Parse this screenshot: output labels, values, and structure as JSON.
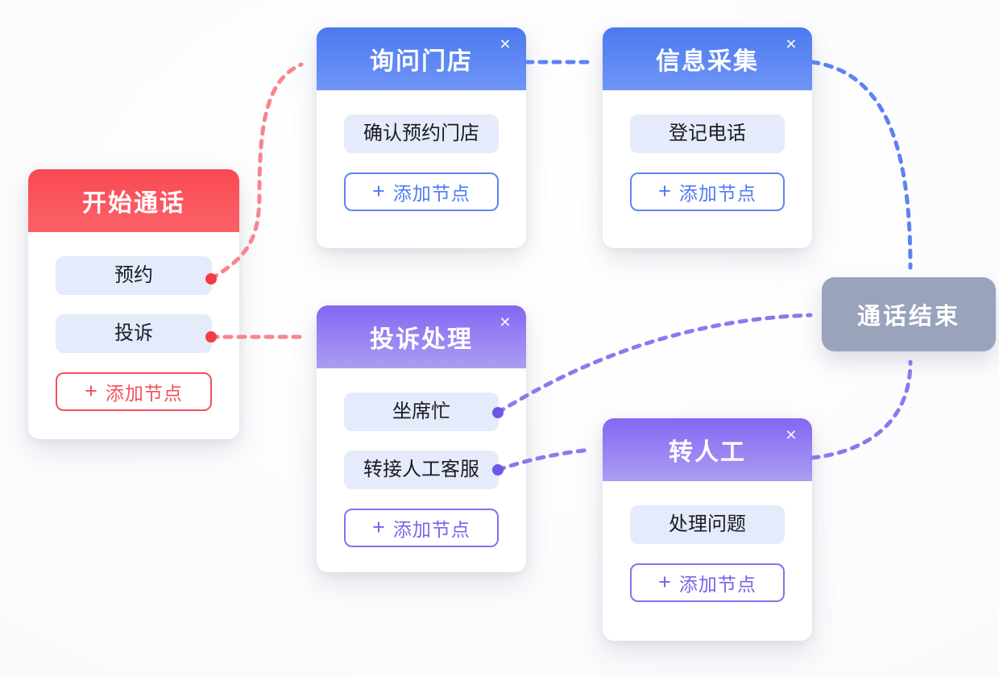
{
  "labels": {
    "close": "×",
    "plus": "+",
    "add_node": "添加节点"
  },
  "nodes": {
    "start": {
      "title": "开始通话",
      "theme": "red",
      "branches": [
        "预约",
        "投诉"
      ]
    },
    "ask_store": {
      "title": "询问门店",
      "theme": "blue",
      "branches": [
        "确认预约门店"
      ]
    },
    "info_collect": {
      "title": "信息采集",
      "theme": "blue",
      "branches": [
        "登记电话"
      ]
    },
    "complaint": {
      "title": "投诉处理",
      "theme": "purple",
      "branches": [
        "坐席忙",
        "转接人工客服"
      ]
    },
    "transfer": {
      "title": "转人工",
      "theme": "purple",
      "branches": [
        "处理问题"
      ]
    },
    "end": {
      "title": "通话结束",
      "theme": "gray"
    }
  },
  "edges": [
    {
      "from": "开始通话/预约",
      "to": "询问门店",
      "style": "red-dashed"
    },
    {
      "from": "开始通话/投诉",
      "to": "投诉处理",
      "style": "red-dashed"
    },
    {
      "from": "询问门店",
      "to": "信息采集",
      "style": "blue-dashed"
    },
    {
      "from": "信息采集",
      "to": "通话结束",
      "style": "blue-dashed"
    },
    {
      "from": "投诉处理/坐席忙",
      "to": "通话结束",
      "style": "purple-dashed"
    },
    {
      "from": "投诉处理/转接人工客服",
      "to": "转人工",
      "style": "purple-dashed"
    },
    {
      "from": "转人工",
      "to": "通话结束",
      "style": "purple-dashed"
    }
  ],
  "colors": {
    "red_header_top": "#fa4a53",
    "red_header_bottom": "#fb6168",
    "blue_header_top": "#4c79f0",
    "blue_header_bottom": "#6f95f6",
    "purple_header_top": "#8566f3",
    "purple_header_bottom": "#ab9df2",
    "end_node_bg": "#99a3bc",
    "branch_pill_bg": "#e5ebfb",
    "line_red": "#f8858c",
    "arrow_red": "#f9939a",
    "dot_red": "#f43b46",
    "line_blue": "#5c82f4",
    "arrow_blue": "#5f7ff2",
    "line_purple": "#8b79ee",
    "arrow_purple": "#9c8cf4",
    "dot_purple": "#6c57e6"
  }
}
